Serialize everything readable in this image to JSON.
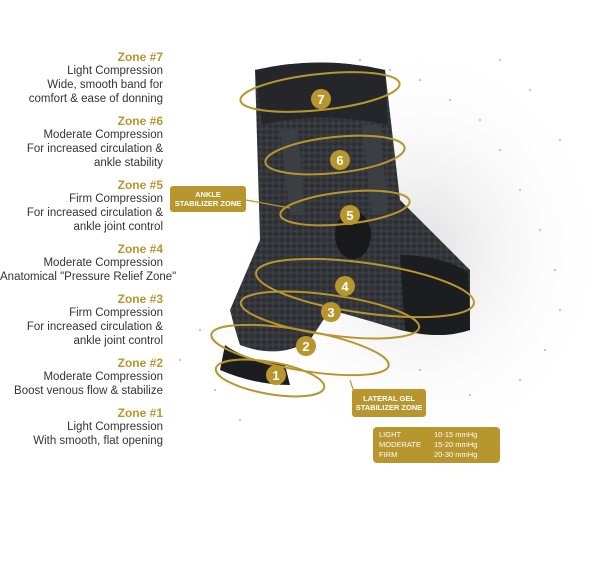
{
  "zones": [
    {
      "title": "Zone #7",
      "lines": [
        "Light Compression",
        "Wide, smooth band for",
        "comfort & ease of donning"
      ]
    },
    {
      "title": "Zone #6",
      "lines": [
        "Moderate Compression",
        "For increased circulation &",
        "ankle stability"
      ]
    },
    {
      "title": "Zone #5",
      "lines": [
        "Firm Compression",
        "For increased circulation &",
        "ankle joint control"
      ]
    },
    {
      "title": "Zone #4",
      "lines": [
        "Moderate Compression",
        "Anatomical \"Pressure Relief Zone\""
      ]
    },
    {
      "title": "Zone #3",
      "lines": [
        "Firm Compression",
        "For increased circulation &",
        "ankle joint control"
      ]
    },
    {
      "title": "Zone #2",
      "lines": [
        "Moderate Compression",
        "Boost venous flow & stabilize"
      ]
    },
    {
      "title": "Zone #1",
      "lines": [
        "Light Compression",
        "With smooth, flat opening"
      ]
    }
  ],
  "tags": {
    "ankle": [
      "ANKLE",
      "STABILIZER ZONE"
    ],
    "gel": [
      "LATERAL GEL",
      "STABILIZER ZONE"
    ]
  },
  "legend": [
    {
      "name": "LIGHT",
      "range": "10-15 mmHg"
    },
    {
      "name": "MODERATE",
      "range": "15-20 mmHg"
    },
    {
      "name": "FIRM",
      "range": "20-30 mmHg"
    }
  ],
  "markers": [
    "7",
    "6",
    "5",
    "4",
    "3",
    "2",
    "1"
  ],
  "colors": {
    "gold": "#b8962e",
    "sleeve": "#2b2d31",
    "text": "#333333"
  }
}
